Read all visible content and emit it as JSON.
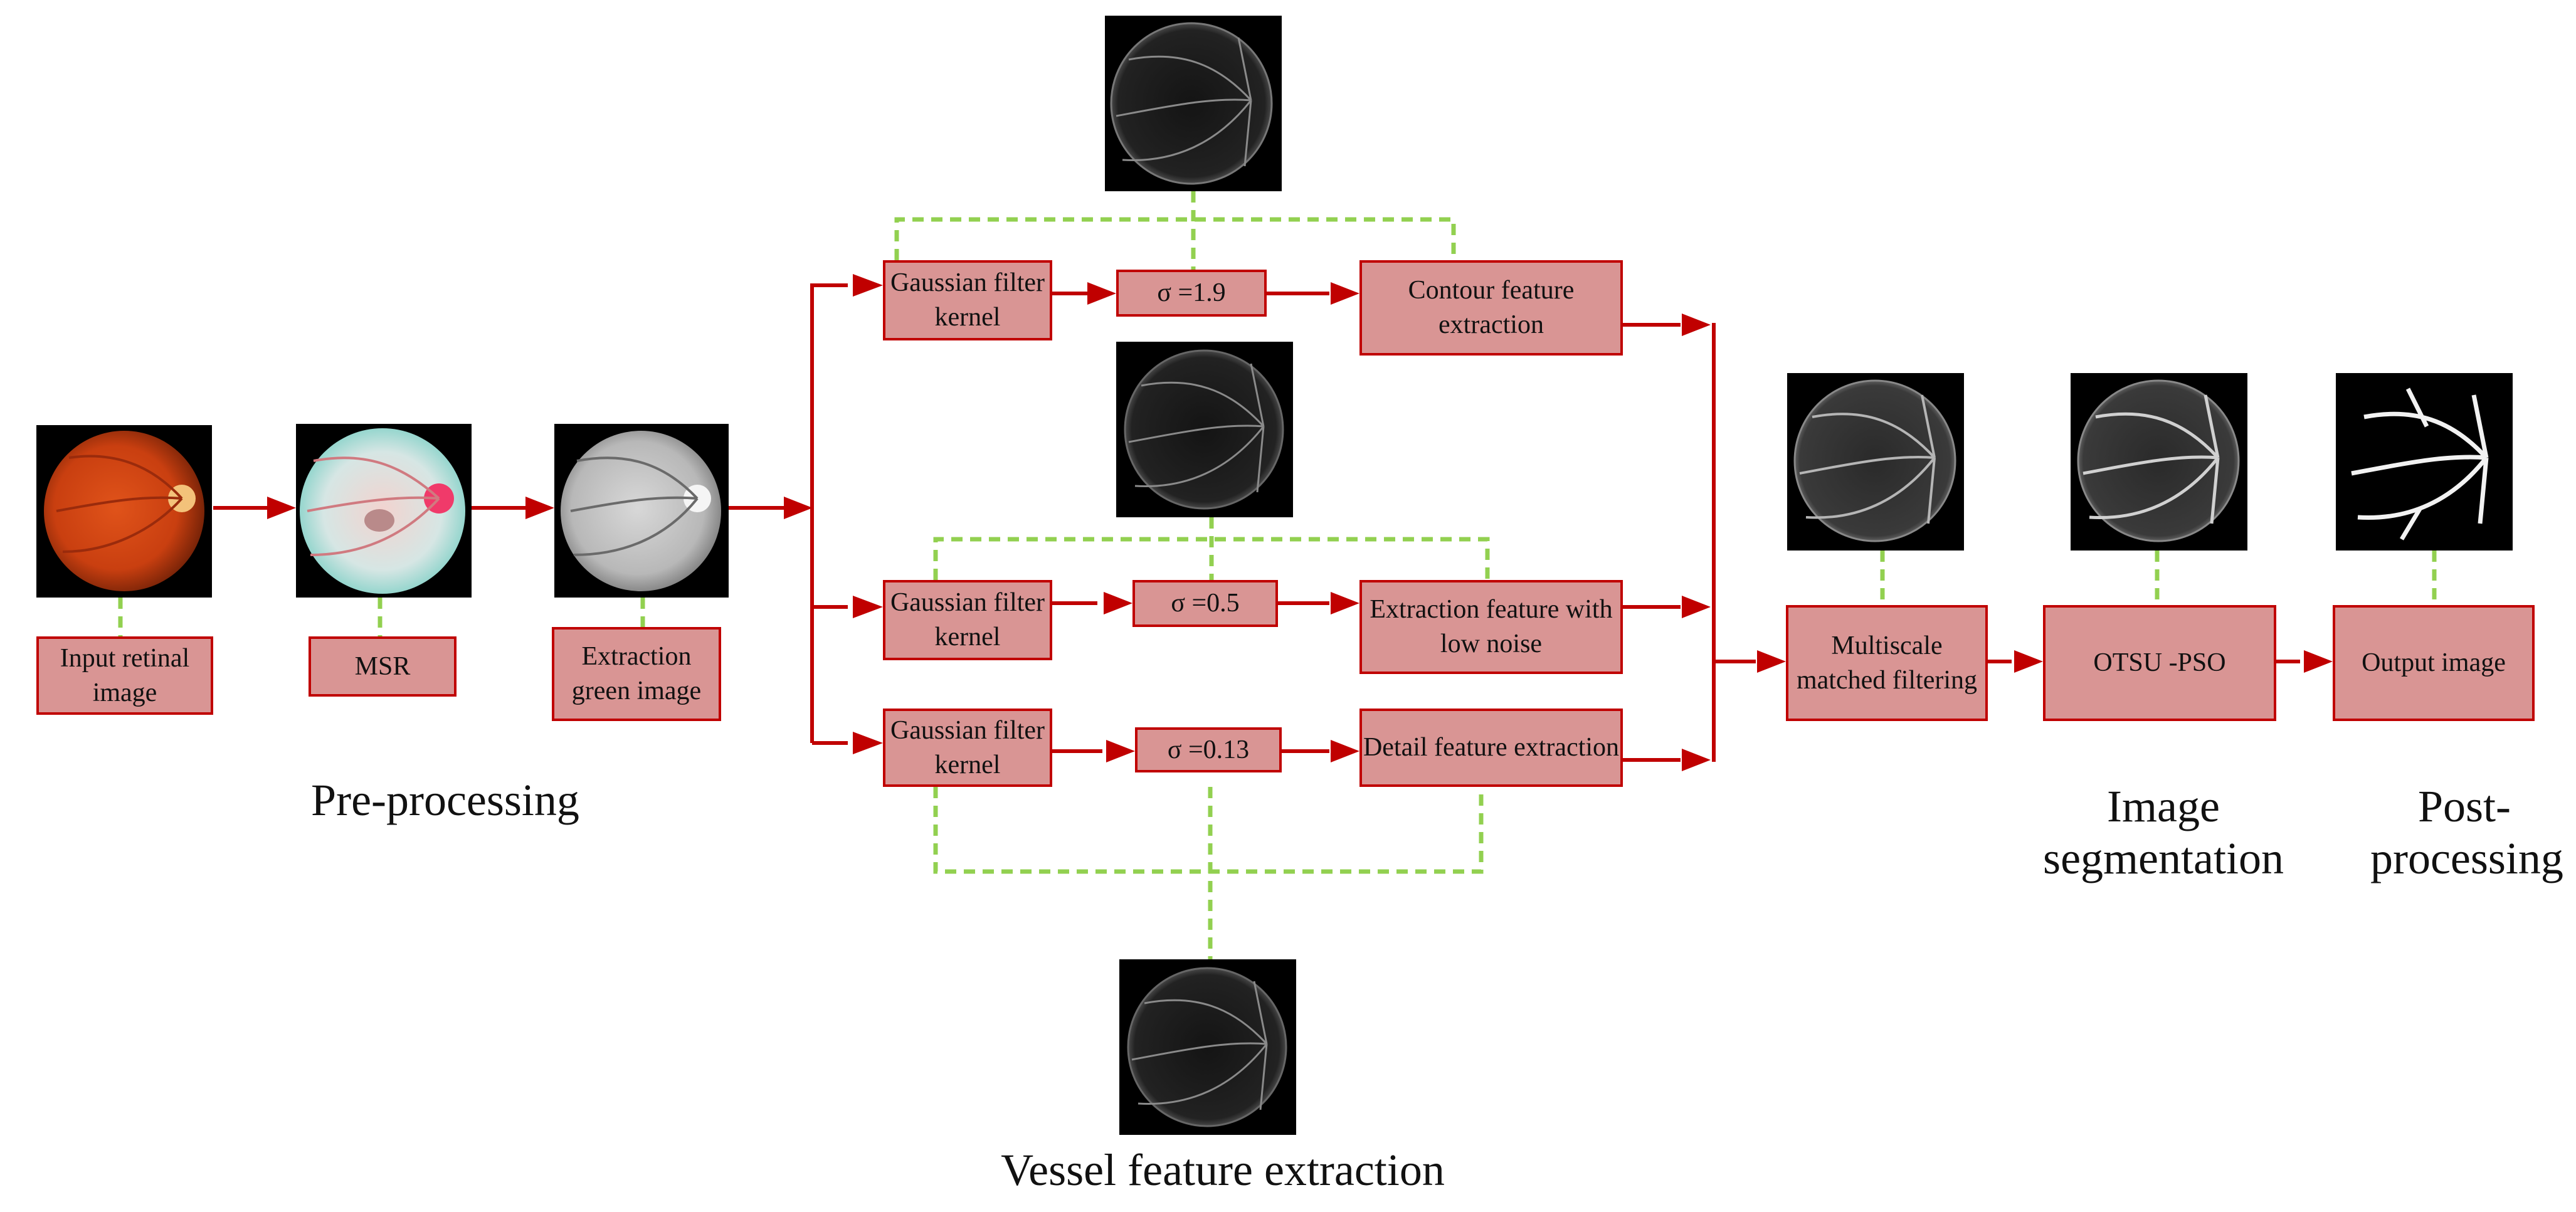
{
  "colors": {
    "box_fill": "#d99594",
    "box_border": "#c00000",
    "arrow": "#c00000",
    "dashed_link": "#92d050",
    "image_background": "#000000"
  },
  "preprocessing": {
    "input_label": "Input retinal image",
    "msr_label": "MSR",
    "green_label": "Extraction green image",
    "section_label": "Pre-processing"
  },
  "feature_extraction": {
    "branches": [
      {
        "kernel_label": "Gaussian filter kernel",
        "sigma_label": "σ  =1.9",
        "output_label": "Contour feature extraction"
      },
      {
        "kernel_label": "Gaussian filter kernel",
        "sigma_label": "σ =0.5",
        "output_label": "Extraction feature with low noise"
      },
      {
        "kernel_label": "Gaussian filter kernel",
        "sigma_label": "σ =0.13",
        "output_label": "Detail feature extraction"
      }
    ],
    "section_label": "Vessel feature extraction"
  },
  "segmentation": {
    "matched_filter_label": "Multiscale matched filtering",
    "otsu_label": "OTSU -PSO",
    "section_label": "Image segmentation"
  },
  "postprocessing": {
    "output_label": "Output image",
    "section_label": "Post- processing"
  },
  "images": {
    "input": "color retinal fundus photo",
    "msr": "MSR enhanced fundus image",
    "green": "green channel grayscale fundus",
    "contour": "contour feature map",
    "low_noise": "low noise feature map",
    "detail": "detail feature map",
    "matched": "multiscale matched filter response",
    "otsu": "segmentation result",
    "output": "binary vessel map"
  }
}
